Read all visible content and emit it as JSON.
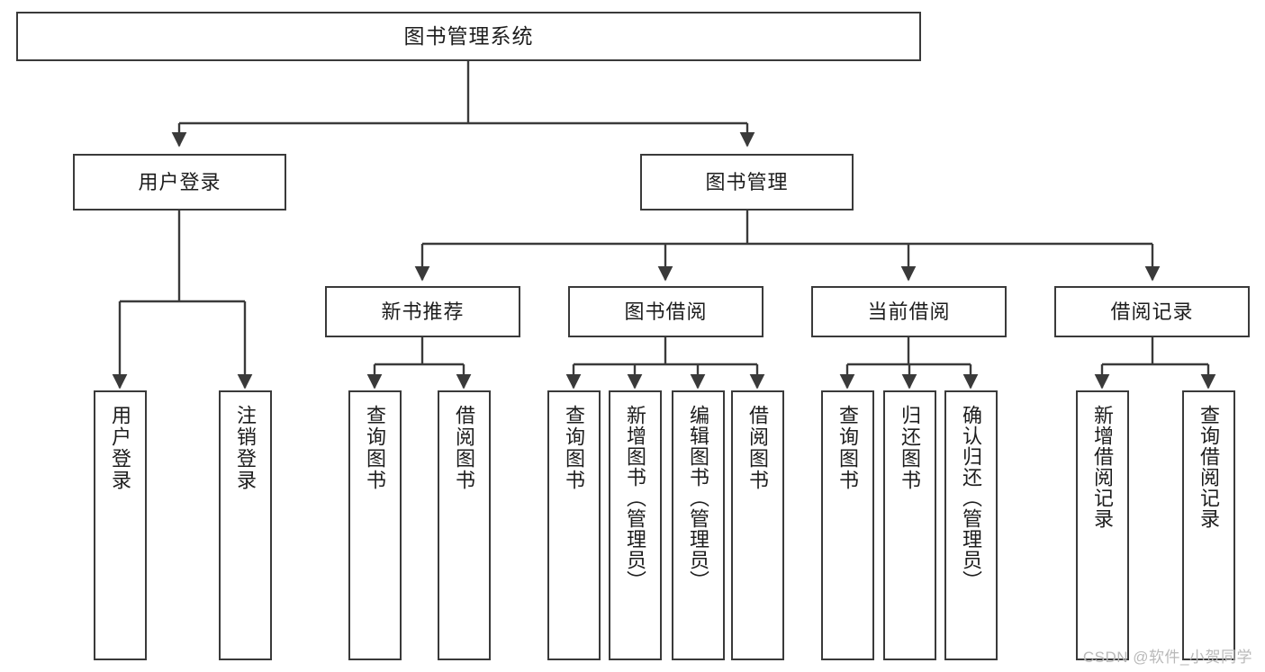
{
  "diagram": {
    "type": "hierarchy-tree",
    "title": "图书管理系统",
    "levels": {
      "root": {
        "label": "图书管理系统"
      },
      "level2": [
        {
          "label": "用户登录"
        },
        {
          "label": "图书管理"
        }
      ],
      "level3": [
        {
          "label": "新书推荐"
        },
        {
          "label": "图书借阅"
        },
        {
          "label": "当前借阅"
        },
        {
          "label": "借阅记录"
        }
      ],
      "leaves": {
        "user_login": [
          {
            "label": "用户登录"
          },
          {
            "label": "注销登录"
          }
        ],
        "new_book_recommend": [
          {
            "label": "查询图书"
          },
          {
            "label": "借阅图书"
          }
        ],
        "book_borrow": [
          {
            "label": "查询图书"
          },
          {
            "label": "新增图书（管理员）"
          },
          {
            "label": "编辑图书（管理员）"
          },
          {
            "label": "借阅图书"
          }
        ],
        "current_borrow": [
          {
            "label": "查询图书"
          },
          {
            "label": "归还图书"
          },
          {
            "label": "确认归还（管理员）"
          }
        ],
        "borrow_record": [
          {
            "label": "新增借阅记录"
          },
          {
            "label": "查询借阅记录"
          }
        ]
      }
    },
    "watermark": "CSDN @软件_小贺同学",
    "colors": {
      "border": "#3a3a3a",
      "text": "#1d1d1d",
      "background": "#ffffff",
      "watermark": "#b9b9b9"
    }
  }
}
